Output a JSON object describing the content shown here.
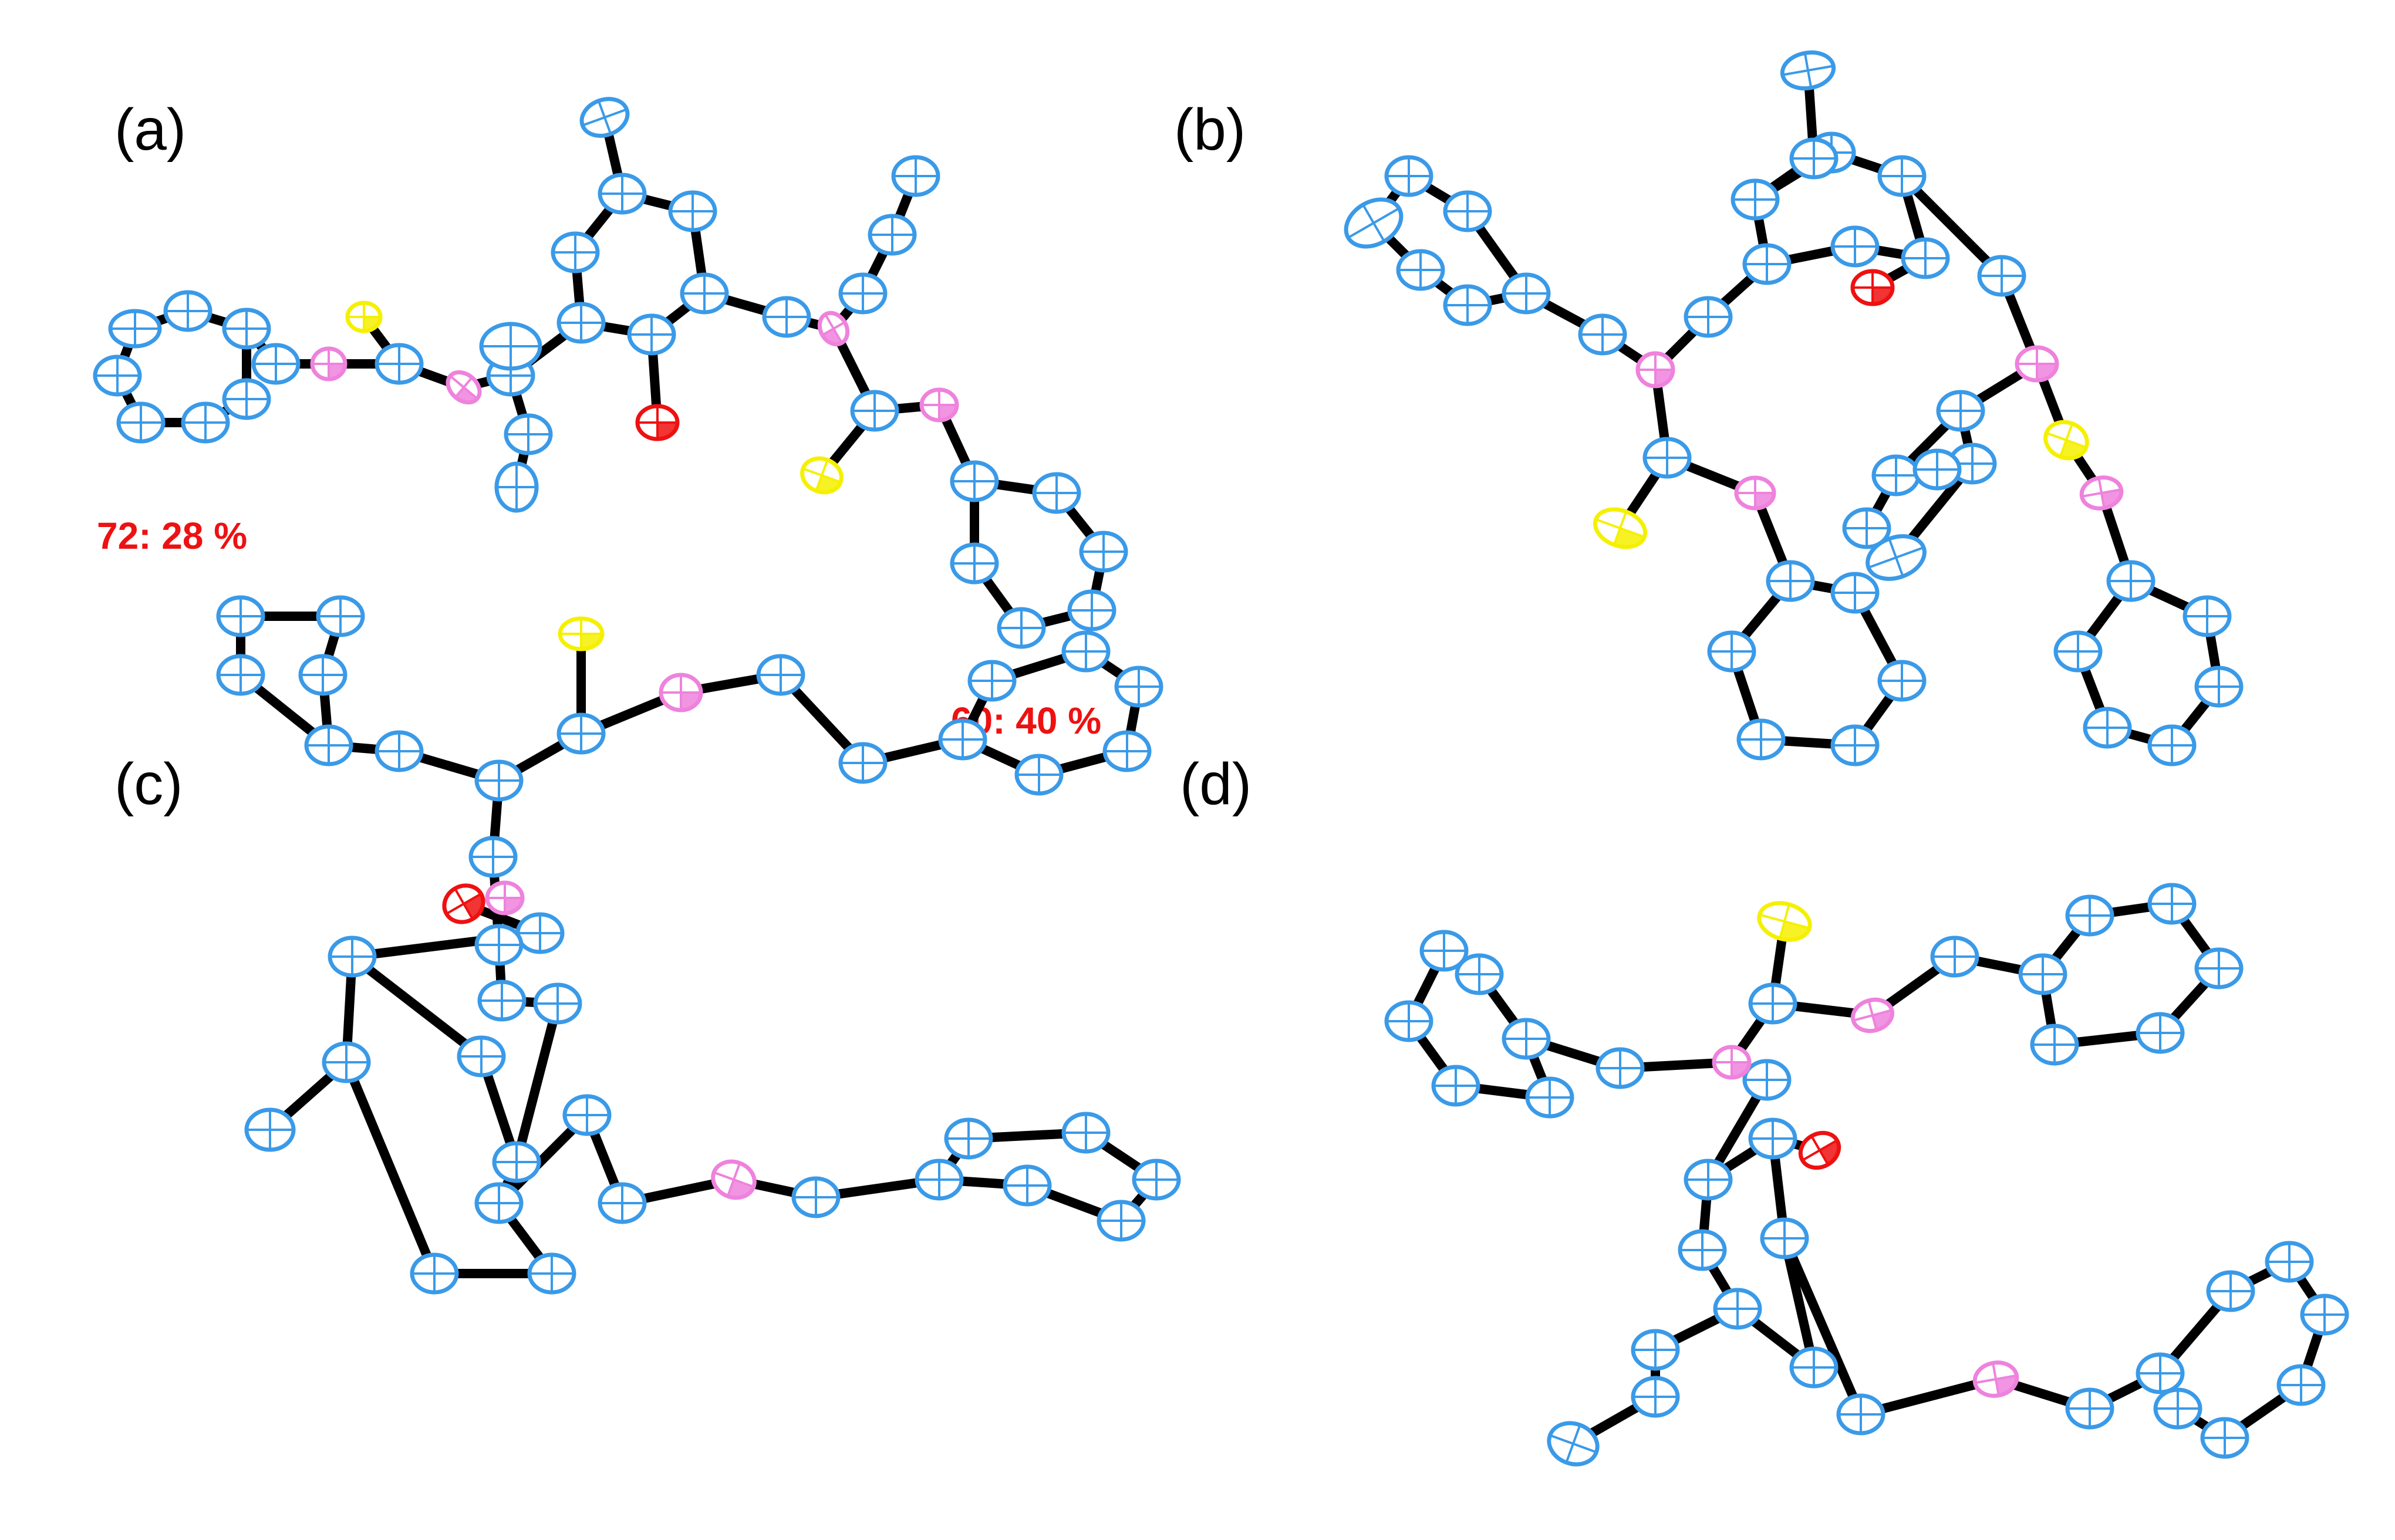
{
  "figure": {
    "panels": [
      {
        "id": "a",
        "label": "(a)",
        "occupancy_label": "72: 28 %"
      },
      {
        "id": "a2",
        "label": "",
        "occupancy_label": "60: 40 %"
      },
      {
        "id": "b",
        "label": "(b)",
        "occupancy_label": ""
      },
      {
        "id": "c",
        "label": "(c)",
        "occupancy_label": ""
      },
      {
        "id": "d",
        "label": "(d)",
        "occupancy_label": ""
      }
    ]
  },
  "colors": {
    "carbon": "#3a9ae8",
    "nitrogen": "#ee82dd",
    "oxygen": "#ee1111",
    "sulfur": "#f5f000",
    "hydrogen": "#ffffff",
    "bond": "#000000",
    "occupancy_text": "#ee1111"
  }
}
